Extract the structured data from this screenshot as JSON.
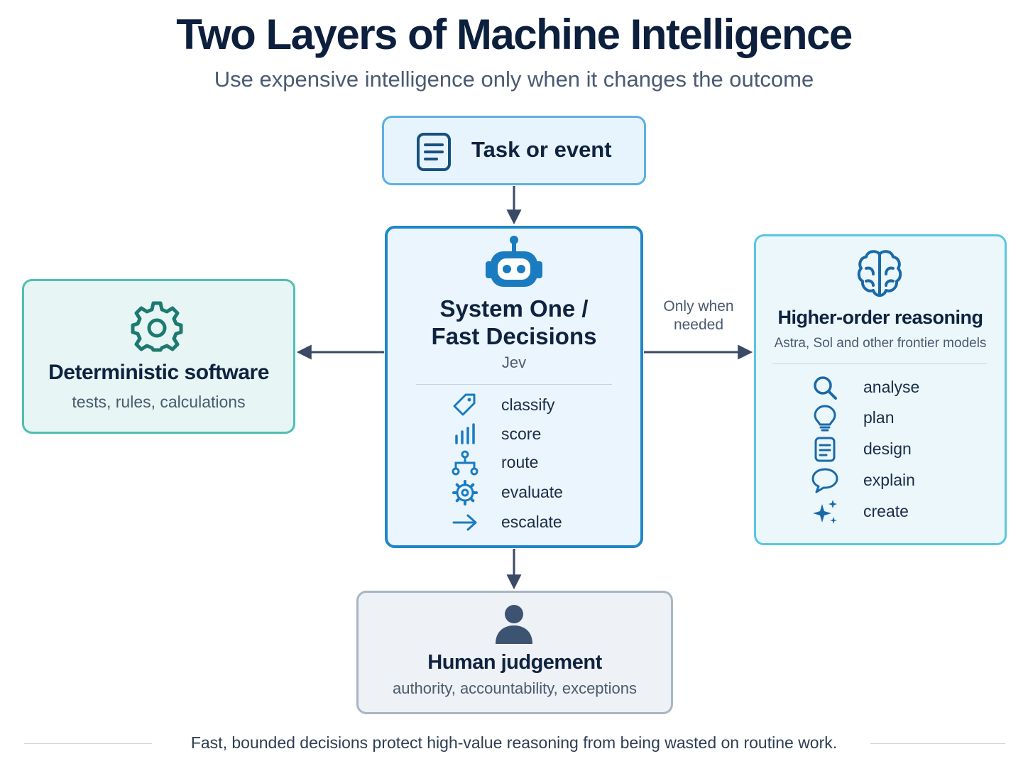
{
  "title": "Two Layers of Machine Intelligence",
  "subtitle": "Use expensive intelligence only when it changes the outcome",
  "task": {
    "label": "Task or event",
    "icon": "document-icon"
  },
  "system_one": {
    "title_line1": "System One /",
    "title_line2": "Fast Decisions",
    "subtitle": "Jev",
    "icon": "robot-icon",
    "items": [
      {
        "label": "classify",
        "icon": "tag-icon"
      },
      {
        "label": "score",
        "icon": "bar-chart-icon"
      },
      {
        "label": "route",
        "icon": "route-icon"
      },
      {
        "label": "evaluate",
        "icon": "gear-icon"
      },
      {
        "label": "escalate",
        "icon": "arrow-right-icon"
      }
    ]
  },
  "deterministic": {
    "title": "Deterministic software",
    "subtitle": "tests, rules, calculations",
    "icon": "gear-icon"
  },
  "higher_order": {
    "title": "Higher-order reasoning",
    "subtitle": "Astra, Sol and other frontier models",
    "icon": "brain-icon",
    "connector_label_line1": "Only when",
    "connector_label_line2": "needed",
    "items": [
      {
        "label": "analyse",
        "icon": "search-icon"
      },
      {
        "label": "plan",
        "icon": "lightbulb-icon"
      },
      {
        "label": "design",
        "icon": "document-icon"
      },
      {
        "label": "explain",
        "icon": "speech-bubble-icon"
      },
      {
        "label": "create",
        "icon": "sparkle-icon"
      }
    ]
  },
  "human": {
    "title": "Human judgement",
    "subtitle": "authority, accountability, exceptions",
    "icon": "person-icon"
  },
  "footer": "Fast, bounded decisions protect high-value reasoning from being wasted on routine work.",
  "colors": {
    "primary_blue": "#1f86c8",
    "teal": "#4fbfb2",
    "cyan": "#5ac6df",
    "navy": "#0f2340",
    "arrow": "#3a4a66",
    "human_gray": "#a9b5c4"
  }
}
